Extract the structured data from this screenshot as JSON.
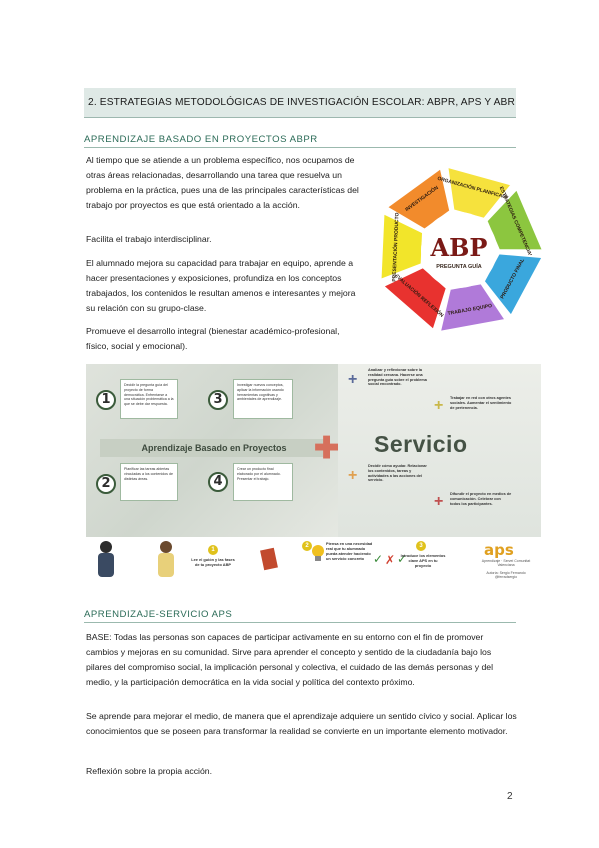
{
  "section": {
    "title": "2. ESTRATEGIAS METODOLÓGICAS DE INVESTIGACIÓN ESCOLAR: ABPR, APS Y ABR"
  },
  "abpr": {
    "heading": "APRENDIZAJE BASADO EN PROYECTOS ABPR",
    "para1": "Al tiempo que se atiende a un problema específico, nos ocupamos de otras áreas relacionadas, desarrollando una tarea que resuelva un problema en la práctica, pues una de las principales características del trabajo por proyectos es que está orientado a la acción.",
    "para2": "Facilita el trabajo interdisciplinar.",
    "para3": "El alumnado mejora su capacidad para trabajar en equipo, aprende a hacer presentaciones y exposiciones, profundiza en los conceptos trabajados, los contenidos le resultan amenos e interesantes y mejora su relación con su grupo-clase.",
    "para4": "Promueve el desarrollo integral (bienestar académico-profesional, físico, social y emocional)."
  },
  "abp_diagram": {
    "center_label": "ABP",
    "center_sub": "PREGUNTA GUÍA",
    "segments": [
      {
        "label": "INVESTIGACIÓN",
        "color": "#f28b2c"
      },
      {
        "label": "ORGANIZACIÓN PLANIFICACIÓN",
        "color": "#f6e23d"
      },
      {
        "label": "ESTRATEGIAS COMPETENCIALES",
        "color": "#8cc63f"
      },
      {
        "label": "PRODUCTO FINAL",
        "color": "#3aa7dd"
      },
      {
        "label": "TRABAJO EQUIPO",
        "color": "#b07ad9"
      },
      {
        "label": "EVALUACIÓN REFLEXIÓN",
        "color": "#e8322f"
      },
      {
        "label": "PRESENTACIÓN PRODUCTO",
        "color": "#f2e52a"
      }
    ]
  },
  "poster": {
    "title_left": "Aprendizaje Basado en Proyectos",
    "title_right": "Servicio",
    "cards": [
      {
        "num": "1",
        "text": "Decidir la pregunta guía del proyecto de forma democrática. Enfrentarse a una situación problemática a la que se debe dar respuesta."
      },
      {
        "num": "3",
        "text": "Investigar nuevos conceptos, aplicar la información usando herramientas cognitivas y ambientales de aprendizaje."
      },
      {
        "num": "2",
        "text": "Planificar las tareas abiertas vinculadas a los contenidos de distintas áreas."
      },
      {
        "num": "4",
        "text": "Crear un producto final elaborado por el alumnado. Presentar el trabajo."
      }
    ],
    "service_items": [
      "Analizar y reflexionar sobre la realidad cercana. Hacerse una pregunta guía sobre el problema social encontrado.",
      "Trabajar en red con otros agentes sociales. Aumentar el sentimiento de pertenencia.",
      "Decidir cómo ayudar. Relacionar los contenidos, tareas y actividades a las acciones del servicio.",
      "Difundir el proyecto en medios de comunicación. Celebrar con todos los participantes."
    ],
    "steps": [
      {
        "num": "1",
        "text": "Lee el guión y las fases de tu proyecto ABP"
      },
      {
        "num": "2",
        "text": "Piensa en una necesidad real que tu alumnado pueda atender haciendo un servicio concreto"
      },
      {
        "num": "3",
        "text": "Introduce los elementos clave APS en tu proyecto"
      }
    ],
    "brand": "aps",
    "brand_sub": "Aprendizaje · Servei Comunitat Valenciana",
    "author": "Autoría: Sergio Fernando @ferradsergio"
  },
  "aps": {
    "heading": "APRENDIZAJE-SERVICIO APS",
    "para1": "BASE: Todas las personas son capaces de participar activamente en su entorno con el fin de promover cambios y mejoras en su comunidad. Sirve para aprender el concepto y sentido de la ciudadanía bajo los pilares del compromiso social, la implicación personal y colectiva, el cuidado de las demás personas y del medio, y la participación democrática en la vida social y política del contexto próximo.",
    "para2": "Se aprende para mejorar el medio, de manera que el aprendizaje adquiere un sentido cívico y social. Aplicar los conocimientos que se poseen para transformar la realidad se convierte en un importante elemento motivador.",
    "para3": "Reflexión sobre la propia acción."
  },
  "page": {
    "number": "2"
  }
}
